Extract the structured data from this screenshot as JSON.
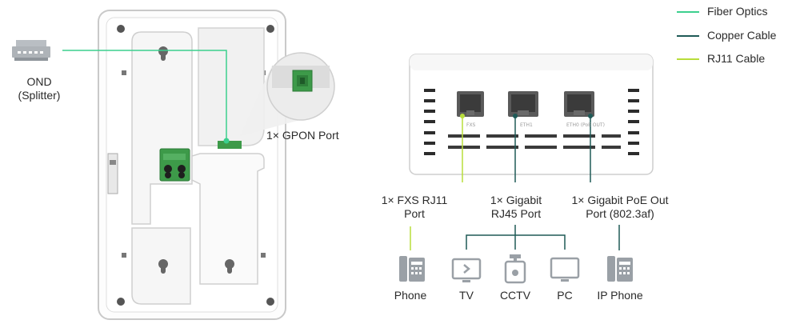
{
  "colors": {
    "fiber": "#3ccf8e",
    "copper": "#1f5a57",
    "rj11": "#b8dd3a",
    "device_body": "#ffffff",
    "device_edge": "#cfcfcf",
    "port_green": "#3d9a49",
    "icon_gray": "#9aa0a6"
  },
  "legend": [
    {
      "label": "Fiber Optics",
      "color_key": "fiber"
    },
    {
      "label": "Copper Cable",
      "color_key": "copper"
    },
    {
      "label": "RJ11 Cable",
      "color_key": "rj11"
    }
  ],
  "ond": {
    "label_line1": "OND",
    "label_line2": "(Splitter)",
    "icon": "splitter-icon"
  },
  "gpon": {
    "label": "1× GPON Port"
  },
  "ports": {
    "fxs": {
      "label_line1": "1× FXS RJ11",
      "label_line2": "Port",
      "silk": "FXS"
    },
    "eth1": {
      "label_line1": "1× Gigabit",
      "label_line2": "RJ45 Port",
      "silk": "ETH1"
    },
    "eth0": {
      "label_line1": "1× Gigabit PoE Out",
      "label_line2": "Port (802.3af)",
      "silk": "ETH0 (PoE OUT)"
    }
  },
  "devices": [
    {
      "label": "Phone",
      "icon": "desk-phone-icon"
    },
    {
      "label": "TV",
      "icon": "tv-icon"
    },
    {
      "label": "CCTV",
      "icon": "cctv-camera-icon"
    },
    {
      "label": "PC",
      "icon": "monitor-icon"
    },
    {
      "label": "IP Phone",
      "icon": "ip-phone-icon"
    }
  ]
}
